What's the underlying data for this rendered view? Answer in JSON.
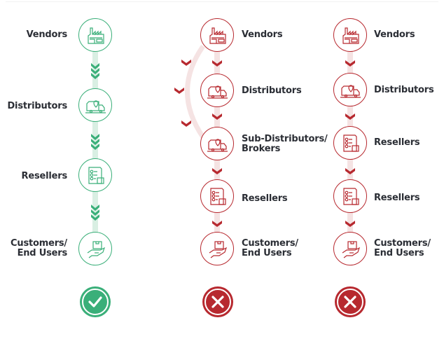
{
  "colors": {
    "good": "#3aaf79",
    "good_track": "#d9efe3",
    "bad": "#b7292f",
    "bad_track": "#f5e3e3",
    "text": "#2b2e35"
  },
  "columns": [
    {
      "id": "direct",
      "status": "correct",
      "status_icon": "checkmark-icon",
      "nodes": [
        {
          "label": "Vendors",
          "icon": "factory-icon"
        },
        {
          "label": "Distributors",
          "icon": "delivery-truck-icon"
        },
        {
          "label": "Resellers",
          "icon": "checklist-box-icon"
        },
        {
          "label_line1": "Customers/",
          "label_line2": "End Users",
          "icon": "hand-package-icon"
        }
      ]
    },
    {
      "id": "sub-distribution",
      "status": "incorrect",
      "status_icon": "x-mark-icon",
      "nodes": [
        {
          "label": "Vendors",
          "icon": "factory-icon"
        },
        {
          "label": "Distributors",
          "icon": "delivery-truck-icon"
        },
        {
          "label_line1": "Sub-Distributors/",
          "label_line2": "Brokers",
          "icon": "delivery-truck-icon"
        },
        {
          "label": "Resellers",
          "icon": "checklist-box-icon"
        },
        {
          "label_line1": "Customers/",
          "label_line2": "End Users",
          "icon": "hand-package-icon"
        }
      ]
    },
    {
      "id": "multi-tier",
      "status": "incorrect",
      "status_icon": "x-mark-icon",
      "nodes": [
        {
          "label": "Vendors",
          "icon": "factory-icon"
        },
        {
          "label": "Distributors",
          "icon": "delivery-truck-icon"
        },
        {
          "label": "Resellers",
          "icon": "checklist-box-icon"
        },
        {
          "label": "Resellers",
          "icon": "checklist-box-icon"
        },
        {
          "label_line1": "Customers/",
          "label_line2": "End Users",
          "icon": "hand-package-icon"
        }
      ]
    }
  ]
}
